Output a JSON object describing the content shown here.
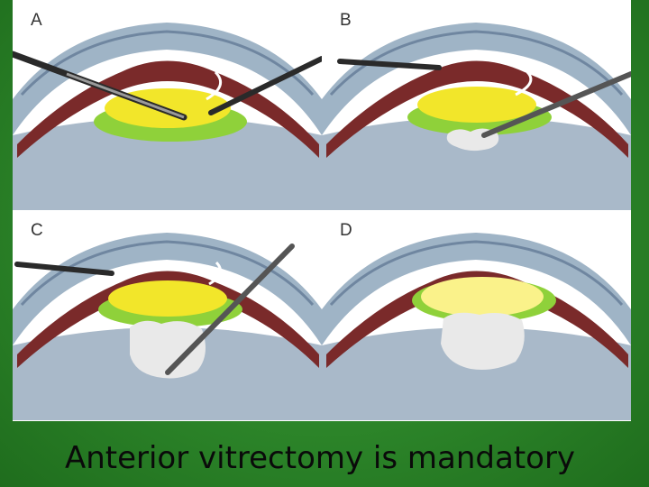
{
  "panels": [
    {
      "label": "A"
    },
    {
      "label": "B"
    },
    {
      "label": "C"
    },
    {
      "label": "D"
    }
  ],
  "caption": "Anterior vitrectomy is mandatory",
  "colors": {
    "background_green": "#2f8a2c",
    "lens_yellow": "#f2e62a",
    "capsule_green": "#8fd13a",
    "iris_brown": "#7a2a2a",
    "cornea_blue": "#9fb4c6",
    "vitreous_gray": "#e4e4e4"
  }
}
